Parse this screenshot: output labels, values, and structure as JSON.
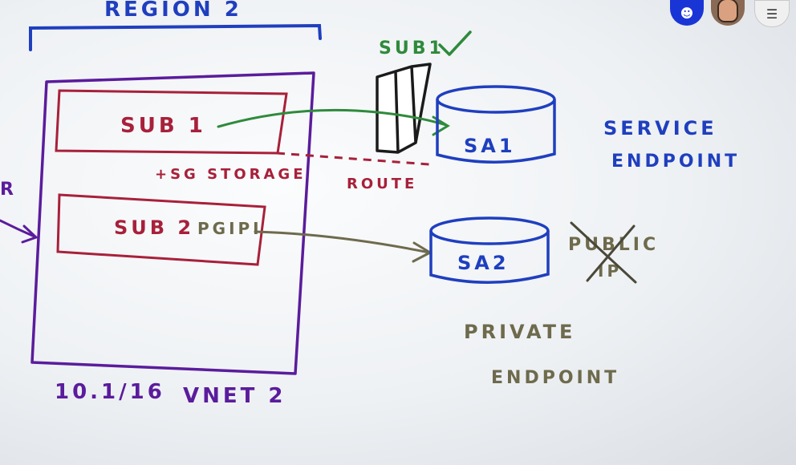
{
  "colors": {
    "blue_marker": "#1f3fbf",
    "purple_marker": "#5b1c9c",
    "red_marker": "#a8203a",
    "green_marker": "#2f8a3c",
    "olive_marker": "#6e6a4c",
    "black_marker": "#1b1b1b"
  },
  "labels": {
    "region": "Region 2",
    "subnet1": "Sub 1",
    "subnet2": "Sub 2",
    "pip": "PGIPI",
    "nsg": "+SG Storage",
    "route": "Route",
    "sub1_check": "Sub1",
    "sa1": "SA1",
    "sa2": "SA2",
    "service_endpoint_line1": "Service",
    "service_endpoint_line2": "Endpoint",
    "public_ip_line1": "Public",
    "public_ip_line2": "IP",
    "private_endpoint_line1": "Private",
    "private_endpoint_line2": "Endpoint",
    "vnet_cidr": "10.1/16",
    "vnet_name": "VNET 2",
    "left_fragment": "R"
  },
  "controls": {
    "user_icon": "person-icon",
    "avatar": "presenter-avatar",
    "menu_icon": "hamburger-menu-icon"
  }
}
